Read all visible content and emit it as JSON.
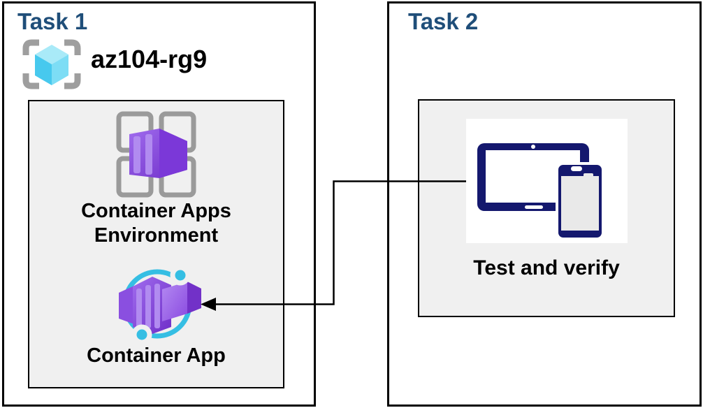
{
  "task1": {
    "title": "Task 1",
    "resource_group": {
      "name": "az104-rg9"
    },
    "environment": {
      "line1": "Container Apps",
      "line2": "Environment"
    },
    "app": {
      "label": "Container App"
    }
  },
  "task2": {
    "title": "Task 2",
    "test": {
      "label": "Test and verify"
    }
  },
  "icons": {
    "resource_group": "resource-group-icon",
    "environment": "container-apps-environment-icon",
    "app": "container-app-icon",
    "devices": "tablet-and-phone-icon"
  },
  "connector": {
    "type": "elbow-arrow",
    "from": "test-and-verify",
    "to": "container-app"
  },
  "colors": {
    "title_blue": "#1F4E79",
    "panel_bg": "#F0F0F0",
    "box_border": "#000000",
    "text_black": "#000000",
    "purple_face": "#7B38D8",
    "purple_stripe": "#B18BF0",
    "purple_flap": "#8A4FE0",
    "purple_right_dark": "#7231C8",
    "teal": "#35BEE3",
    "frame_gray": "#9A9A9A",
    "bracket_gray": "#9E9E9E",
    "cube_top": "#A9EAF8",
    "cube_left": "#47C9EE",
    "cube_right": "#7DDDF5",
    "device_navy": "#14186E",
    "phone_screen": "#E9E9E9",
    "connector_black": "#000000"
  }
}
